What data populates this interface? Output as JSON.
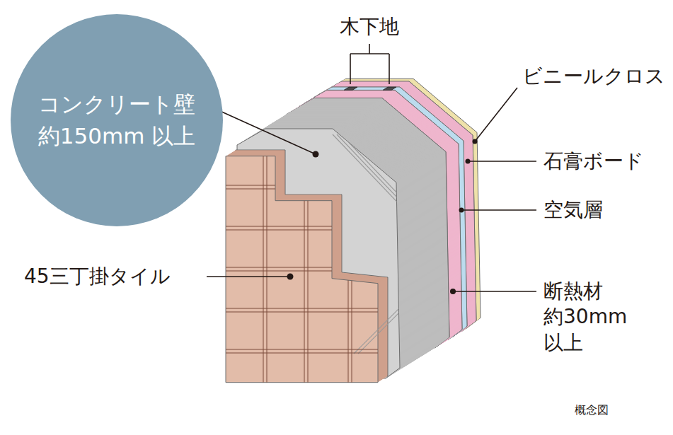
{
  "diagram": {
    "nodes": [
      {
        "text": [
          "コンクリート壁 約150mm 以上"
        ]
      }
    ],
    "labels": [
      "木下地",
      "ビニールクロス",
      "石膏ボード",
      "空気層",
      "断熱材 約30mm 以上",
      "45三丁掛タイル",
      "概念図"
    ]
  }
}
